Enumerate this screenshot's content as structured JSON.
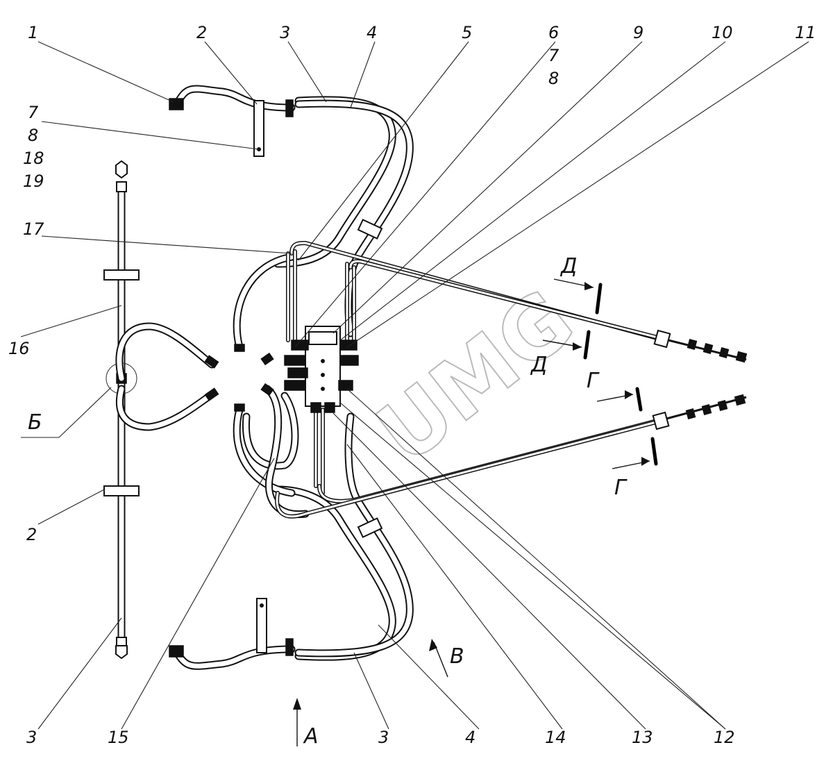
{
  "callouts": {
    "c1": "1",
    "c2_top": "2",
    "c3_top": "3",
    "c4_top": "4",
    "c5": "5",
    "c6": "6",
    "c7_right": "7",
    "c8_right": "8",
    "c9": "9",
    "c10": "10",
    "c11": "11",
    "c7_left": "7",
    "c8_left": "8",
    "c18": "18",
    "c19": "19",
    "c17": "17",
    "c16": "16",
    "c2_bottom": "2",
    "c3_left_bottom": "3",
    "c15": "15",
    "c3_bottom": "3",
    "c4_bottom": "4",
    "c14": "14",
    "c13": "13",
    "c12": "12"
  },
  "views": {
    "b_view": "Б",
    "section_d_top": "Д",
    "section_d_bottom": "Д",
    "section_g_top": "Г",
    "section_g_bottom": "Г",
    "view_v": "В",
    "view_a": "А"
  },
  "watermark": "UMG"
}
